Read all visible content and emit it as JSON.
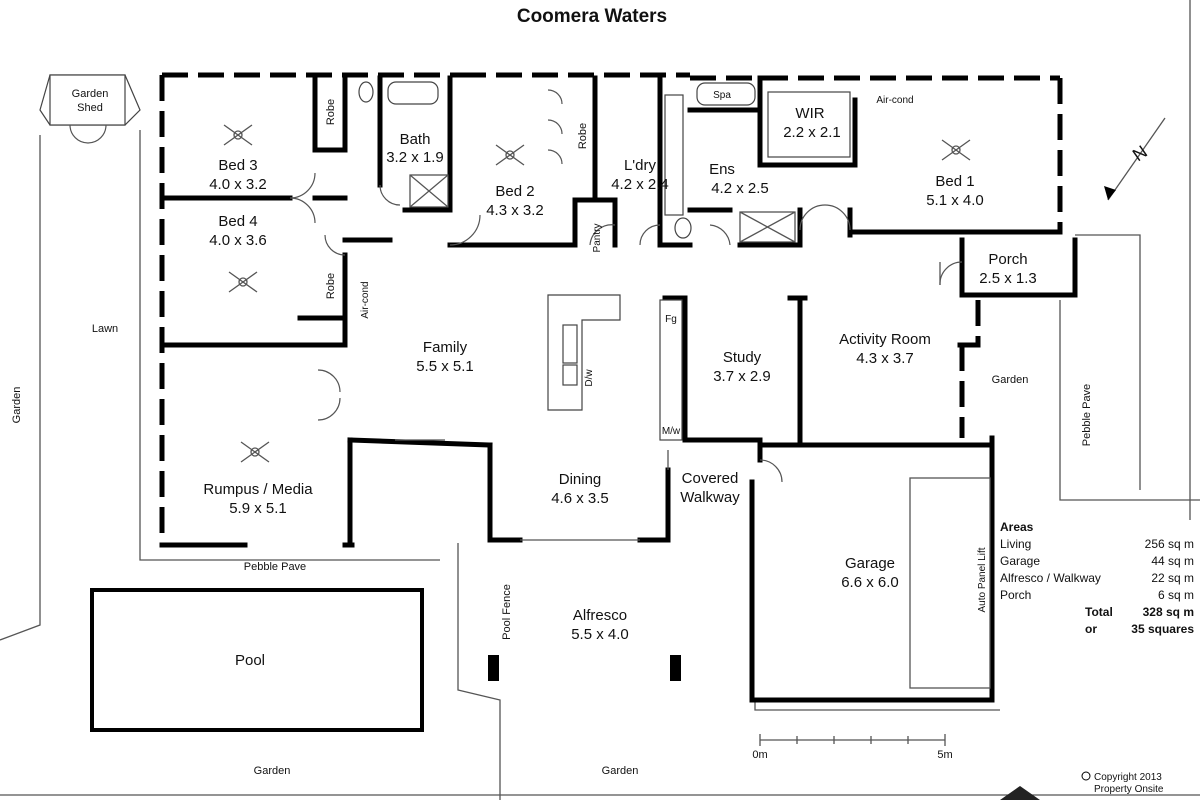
{
  "title": "Coomera Waters",
  "rooms": {
    "garden_shed": [
      "Garden",
      "Shed"
    ],
    "bed3": [
      "Bed 3",
      "4.0 x 3.2"
    ],
    "bed4": [
      "Bed 4",
      "4.0 x 3.6"
    ],
    "bath": [
      "Bath",
      "3.2 x 1.9"
    ],
    "bed2": [
      "Bed 2",
      "4.3 x 3.2"
    ],
    "laundry": [
      "L'dry",
      "4.2 x 2.4"
    ],
    "ens": [
      "Ens",
      "4.2 x 2.5"
    ],
    "wir": [
      "WIR",
      "2.2 x 2.1"
    ],
    "bed1": [
      "Bed 1",
      "5.1 x 4.0"
    ],
    "porch": [
      "Porch",
      "2.5 x 1.3"
    ],
    "family": [
      "Family",
      "5.5 x 5.1"
    ],
    "study": [
      "Study",
      "3.7 x 2.9"
    ],
    "activity": [
      "Activity Room",
      "4.3 x 3.7"
    ],
    "rumpus": [
      "Rumpus / Media",
      "5.9 x 5.1"
    ],
    "dining": [
      "Dining",
      "4.6 x 3.5"
    ],
    "covered_walkway": [
      "Covered",
      "Walkway"
    ],
    "garage": [
      "Garage",
      "6.6 x 6.0"
    ],
    "alfresco": [
      "Alfresco",
      "5.5 x 4.0"
    ],
    "pool": "Pool"
  },
  "labels": {
    "robe": "Robe",
    "pantry": "Pantry",
    "spa": "Spa",
    "air_cond": "Air-cond",
    "fg": "Fg",
    "dw": "D/w",
    "mw": "M/w",
    "lawn": "Lawn",
    "garden": "Garden",
    "pebble_pave": "Pebble Pave",
    "pool_fence": "Pool Fence",
    "auto_panel_lift": "Auto Panel Lift",
    "compass": "N"
  },
  "areas": {
    "heading": "Areas",
    "rows": [
      {
        "label": "Living",
        "value": "256 sq m"
      },
      {
        "label": "Garage",
        "value": "44 sq m"
      },
      {
        "label": "Alfresco / Walkway",
        "value": "22 sq m"
      },
      {
        "label": "Porch",
        "value": "6 sq m"
      }
    ],
    "total_label": "Total",
    "total_value": "328 sq m",
    "or_label": "or",
    "squares_value": "35 squares"
  },
  "scale": {
    "start": "0m",
    "end": "5m"
  },
  "copyright": [
    "Copyright 2013",
    "Property Onsite"
  ]
}
